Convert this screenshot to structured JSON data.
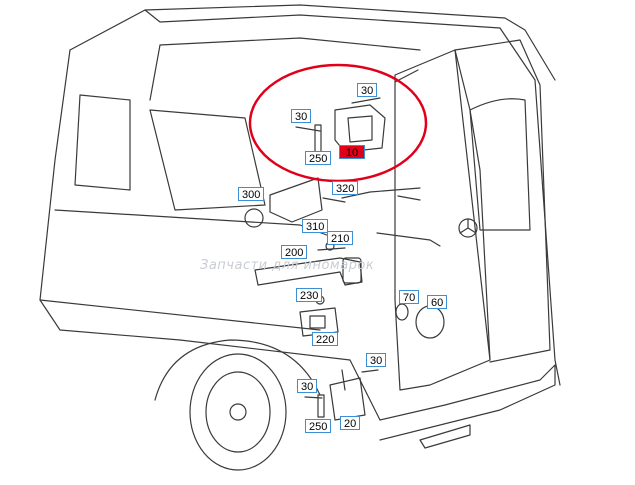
{
  "watermark": "Запчасти для иномарок",
  "colors": {
    "line": "#3a3a3a",
    "label_border": "#3a8fd6",
    "highlight": "#e0001a",
    "ellipse": "#e0001a"
  },
  "labels": {
    "l30_top_right": "30",
    "l30_top_left": "30",
    "l250_top": "250",
    "l10": "10",
    "l320": "320",
    "l300": "300",
    "l310": "310",
    "l210": "210",
    "l200": "200",
    "l230": "230",
    "l220": "220",
    "l70": "70",
    "l60": "60",
    "l30_bottom_right": "30",
    "l30_bottom_left": "30",
    "l250_bottom": "250",
    "l20": "20"
  }
}
